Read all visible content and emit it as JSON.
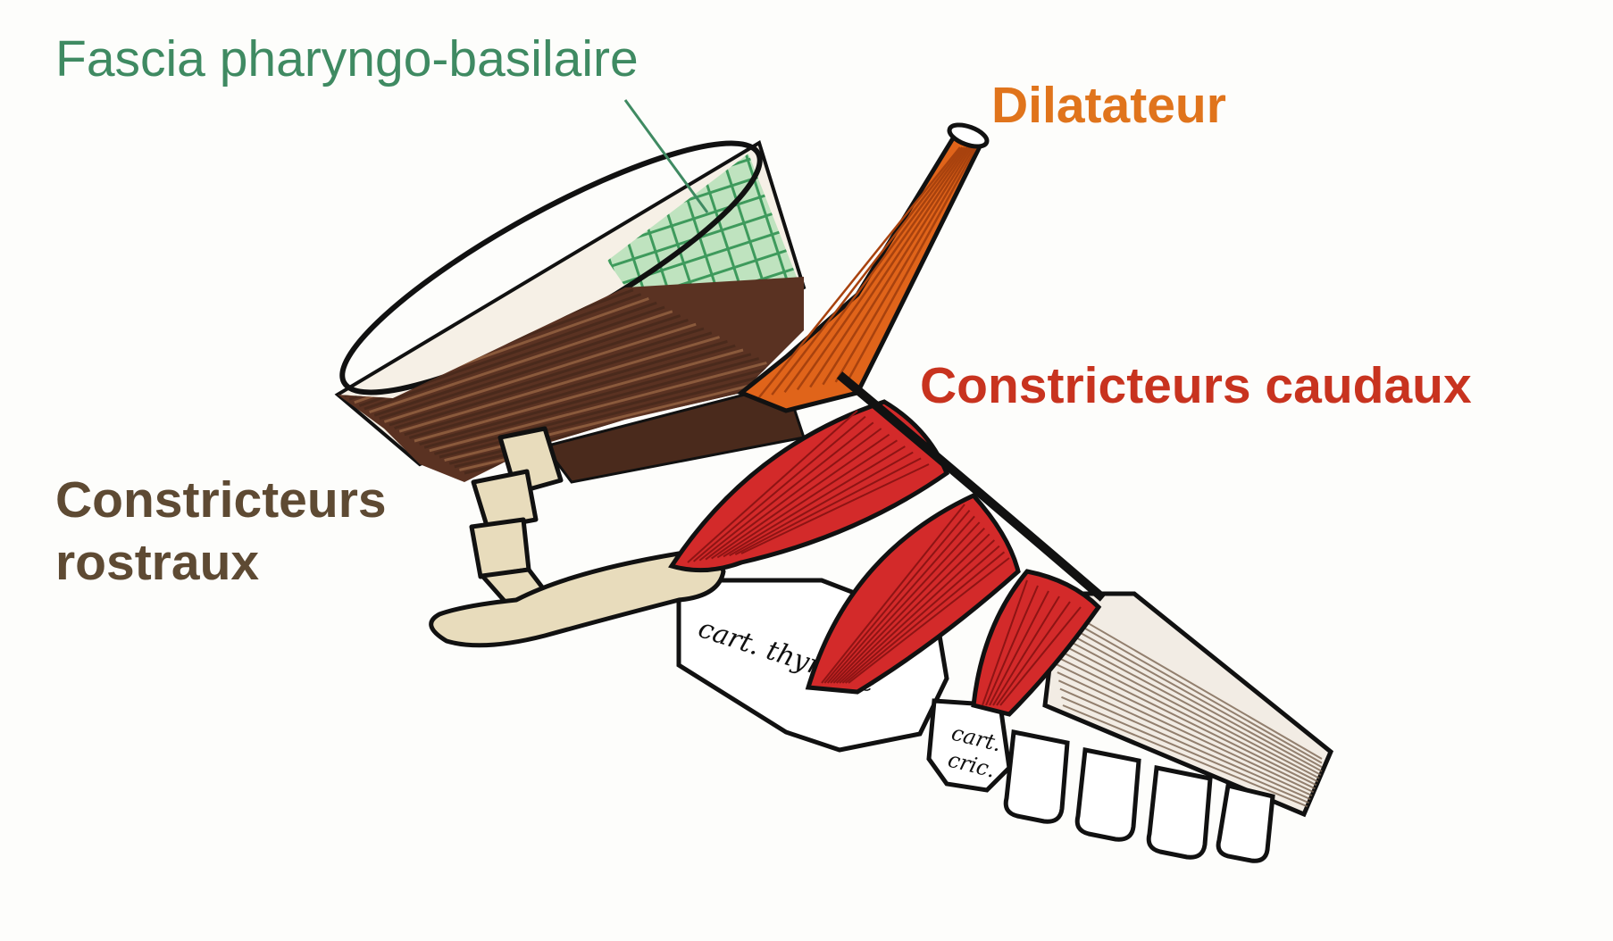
{
  "labels": {
    "fascia": {
      "text": "Fascia pharyngo-basilaire",
      "color": "#3f8a62"
    },
    "dilatateur": {
      "text": "Dilatateur",
      "color": "#e0741c"
    },
    "constricteurs_caudaux": {
      "text": "Constricteurs caudaux",
      "color": "#c8331f"
    },
    "constricteurs_rostraux_line1": {
      "text": "Constricteurs",
      "color": "#5e4a33"
    },
    "constricteurs_rostraux_line2": {
      "text": "rostraux",
      "color": "#5e4a33"
    }
  },
  "handwritten": {
    "thyroid": "cart. thyroïde",
    "cricoid_line1": "cart.",
    "cricoid_line2": "cric."
  },
  "colors": {
    "outline": "#111111",
    "fascia_mesh": "#3e9a5c",
    "fascia_fill": "#bfe3bf",
    "rostral_muscle": "#4a2a1c",
    "rostral_muscle_light": "#8a5a3c",
    "dilator": "#e0641a",
    "dilator_dark": "#a8420e",
    "caudal_muscle": "#d32a2a",
    "caudal_muscle_dark": "#8e1414",
    "hyoid_bone": "#e8dcbc",
    "esophagus": "#f2ece4"
  }
}
